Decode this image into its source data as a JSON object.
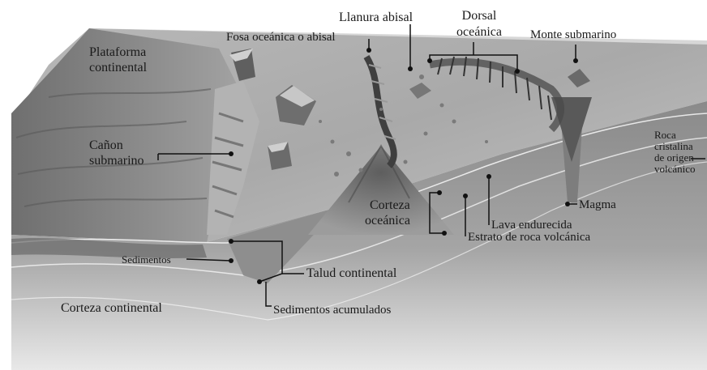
{
  "labels": {
    "llanura_abisal": "Llanura abisal",
    "dorsal_1": "Dorsal",
    "dorsal_2": "oceánica",
    "fosa": "Fosa oceánica o abisal",
    "monte": "Monte submarino",
    "plataforma_1": "Plataforma",
    "plataforma_2": "continental",
    "canon_1": "Cañon",
    "canon_2": "submarino",
    "roca_1": "Roca",
    "roca_2": "cristalina",
    "roca_3": "de origen",
    "roca_4": "volcánico",
    "magma": "Magma",
    "corteza_oc_1": "Corteza",
    "corteza_oc_2": "oceánica",
    "lava": "Lava endurecida",
    "estrato": "Estrato de roca volcánica",
    "sedimentos": "Sedimentos",
    "talud": "Talud continental",
    "corteza_cont": "Corteza continental",
    "sed_acum": "Sedimentos acumulados"
  }
}
